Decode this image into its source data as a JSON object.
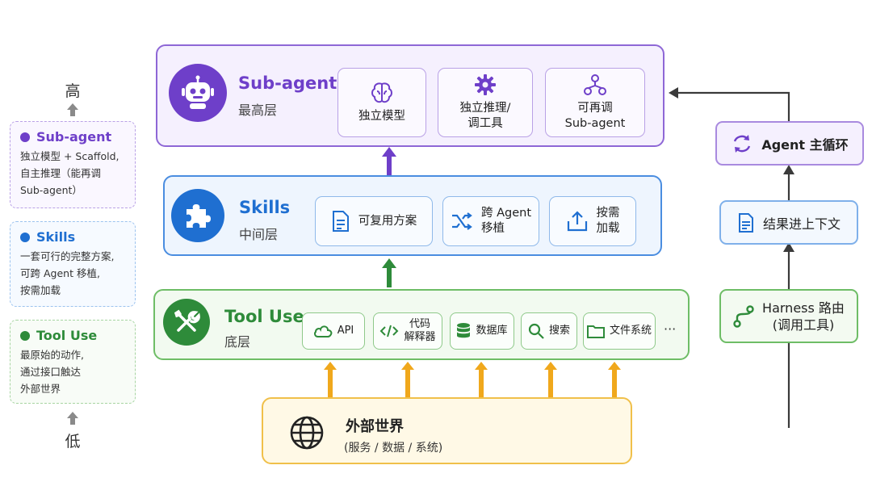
{
  "levels": {
    "high": "高",
    "low": "低"
  },
  "legend": [
    {
      "title": "Sub-agent",
      "desc": "独立模型 + Scaffold,\n自主推理（能再调\nSub-agent）",
      "color": "#6e3fc9",
      "border": "#b9a1e6",
      "bg": "#faf7ff"
    },
    {
      "title": "Skills",
      "desc": "一套可行的完整方案,\n可跨 Agent 移植,\n按需加载",
      "color": "#1f6fd1",
      "border": "#9cc3ef",
      "bg": "#f6faff"
    },
    {
      "title": "Tool Use",
      "desc": "最原始的动作,\n通过接口触达\n外部世界",
      "color": "#2e8b3a",
      "border": "#a7d5a2",
      "bg": "#f8fcf7"
    }
  ],
  "subagent": {
    "name": "Sub-agent",
    "sub": "最高层",
    "cards": [
      {
        "icon": "brain-icon",
        "label": "独立模型"
      },
      {
        "icon": "gear-icon",
        "label": "独立推理/\n调工具"
      },
      {
        "icon": "hierarchy-icon",
        "label": "可再调\nSub-agent"
      }
    ]
  },
  "skills": {
    "name": "Skills",
    "sub": "中间层",
    "cards": [
      {
        "icon": "document-icon",
        "label": "可复用方案"
      },
      {
        "icon": "shuffle-icon",
        "label": "跨 Agent\n移植"
      },
      {
        "icon": "upload-icon",
        "label": "按需\n加载"
      }
    ]
  },
  "tooluse": {
    "name": "Tool Use",
    "sub": "底层",
    "tools": [
      {
        "icon": "cloud-icon",
        "label": "API"
      },
      {
        "icon": "code-icon",
        "label": "代码\n解释器"
      },
      {
        "icon": "database-icon",
        "label": "数据库"
      },
      {
        "icon": "search-icon",
        "label": "搜索"
      },
      {
        "icon": "folder-icon",
        "label": "文件系统"
      }
    ],
    "more": "···"
  },
  "external": {
    "name": "外部世界",
    "sub": "(服务 / 数据 / 系统)"
  },
  "loop": {
    "main": "Agent 主循环",
    "context": "结果进上下文",
    "harness": "Harness 路由\n(调用工具)"
  },
  "colors": {
    "purple": "#6e3fc9",
    "blue": "#1f6fd1",
    "green": "#2e8b3a",
    "orange": "#f0a81c"
  }
}
